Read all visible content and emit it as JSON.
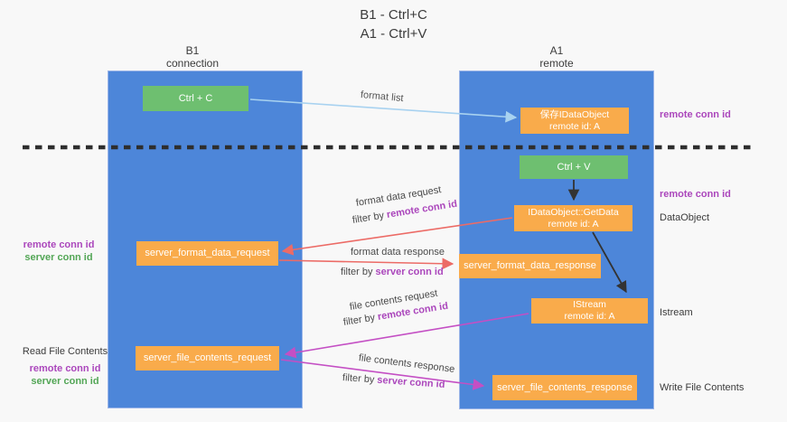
{
  "title": {
    "line1": "B1 - Ctrl+C",
    "line2": "A1 - Ctrl+V"
  },
  "columns": {
    "left": {
      "name": "B1",
      "role": "connection"
    },
    "right": {
      "name": "A1",
      "role": "remote"
    }
  },
  "boxes": {
    "ctrl_c": "Ctrl + C",
    "ctrl_v": "Ctrl + V",
    "save_dataobject": {
      "line1": "保存IDataObject",
      "line2": "remote id: A"
    },
    "getdata": {
      "line1": "IDataObject::GetData",
      "line2": "remote id: A"
    },
    "istream": {
      "line1": "IStream",
      "line2": "remote id: A"
    },
    "server_format_data_request": "server_format_data_request",
    "server_format_data_response": "server_format_data_response",
    "server_file_contents_request": "server_file_contents_request",
    "server_file_contents_response": "server_file_contents_response"
  },
  "arrow_labels": {
    "format_list": "format list",
    "format_data_request": "format data request",
    "format_data_response": "format data response",
    "file_contents_request": "file contents request",
    "file_contents_response": "file contents response",
    "filter_by": "filter by"
  },
  "shared": {
    "remote_conn_id": "remote conn id",
    "server_conn_id": "server conn id"
  },
  "side_labels": {
    "dataobject": "DataObject",
    "istream": "Istream",
    "read_file_contents": "Read File Contents",
    "write_file_contents": "Write File Contents"
  },
  "colors": {
    "column_blue": "#4d86d9",
    "box_orange": "#f9ab4b",
    "box_green": "#6ebf70",
    "arrow_light_blue": "#a8d2f0",
    "arrow_red": "#ec6b66",
    "arrow_magenta": "#c44fc4",
    "arrow_black": "#333333",
    "dashed_divider": "#2e2e2e",
    "text_purple": "#ab47bc",
    "text_green": "#53a656"
  }
}
